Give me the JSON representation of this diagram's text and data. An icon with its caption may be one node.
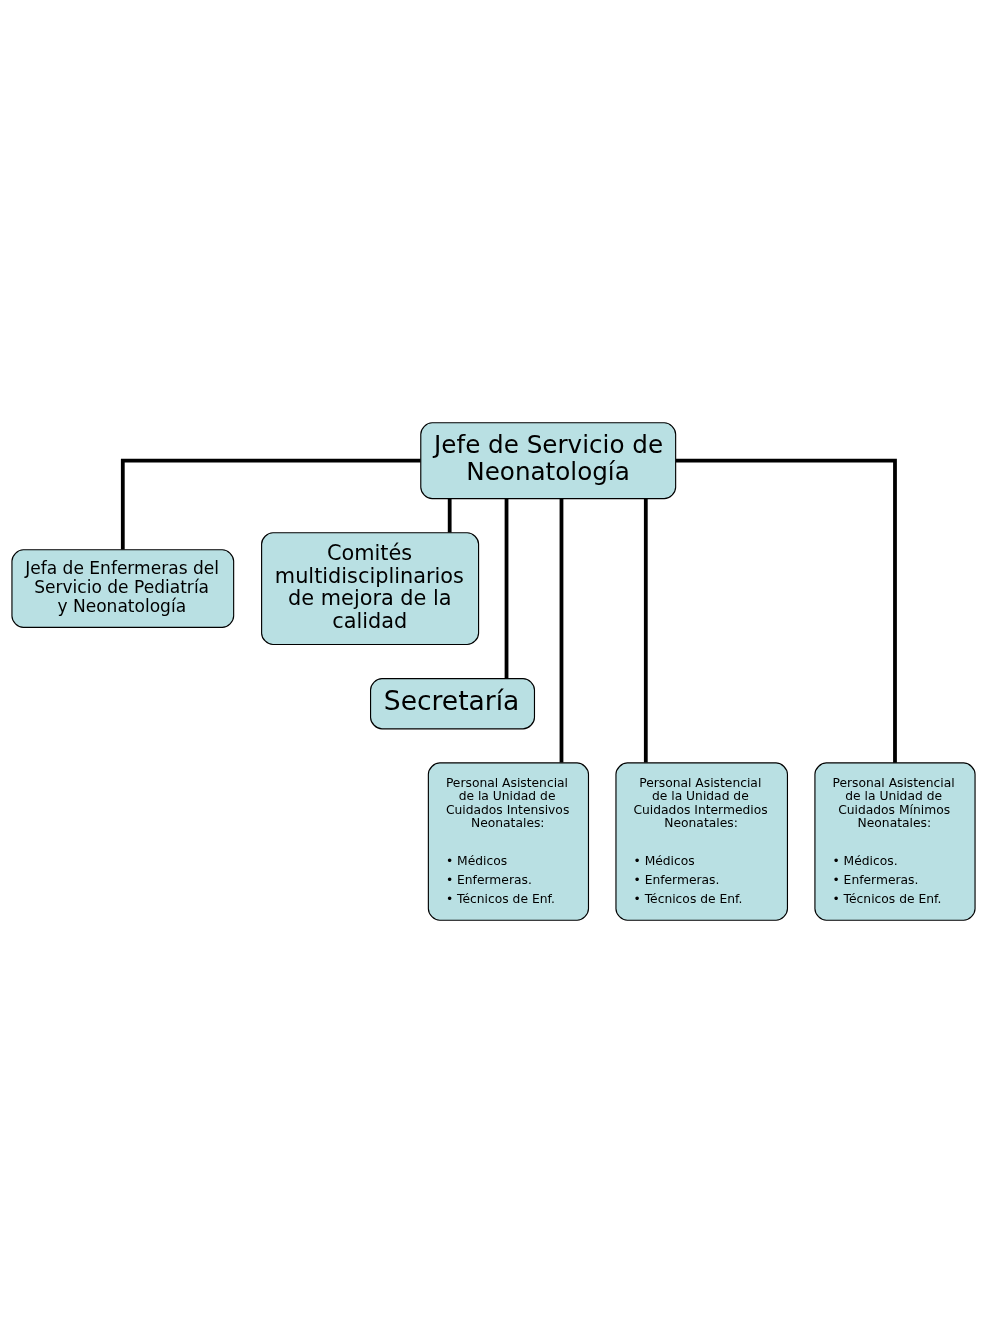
{
  "diagram": {
    "nodes": [
      {
        "text": [
          "Jefe de Servicio de Neonatología"
        ]
      },
      {
        "text": [
          "Jefa de Enfermeras del Servicio de Pediatría y Neonatología"
        ]
      },
      {
        "text": [
          "Comités multidisciplinarios de mejora de la calidad"
        ]
      },
      {
        "text": [
          "Secretaría"
        ]
      },
      {
        "text": [
          "Personal Asistencial de la Unidad de Cuidados Intensivos Neonatales:",
          "• Médicos",
          "• Enfermeras.",
          "• Técnicos de Enf."
        ]
      },
      {
        "text": [
          "Personal Asistencial de la Unidad de Cuidados Intermedios Neonatales:",
          "• Médicos",
          "• Enfermeras.",
          "• Técnicos de Enf."
        ]
      },
      {
        "text": [
          "Personal Asistencial de la Unidad de Cuidados Mínimos Neonatales:",
          "• Médicos.",
          "• Enfermeras.",
          "• Técnicos de Enf."
        ]
      }
    ],
    "edges": [
      {
        "from": 0,
        "to": 1,
        "arrow": "none"
      },
      {
        "from": 0,
        "to": 2,
        "arrow": "none"
      },
      {
        "from": 0,
        "to": 3,
        "arrow": "none"
      },
      {
        "from": 0,
        "to": 4,
        "arrow": "none"
      },
      {
        "from": 0,
        "to": 5,
        "arrow": "none"
      },
      {
        "from": 0,
        "to": 6,
        "arrow": "none"
      }
    ]
  }
}
